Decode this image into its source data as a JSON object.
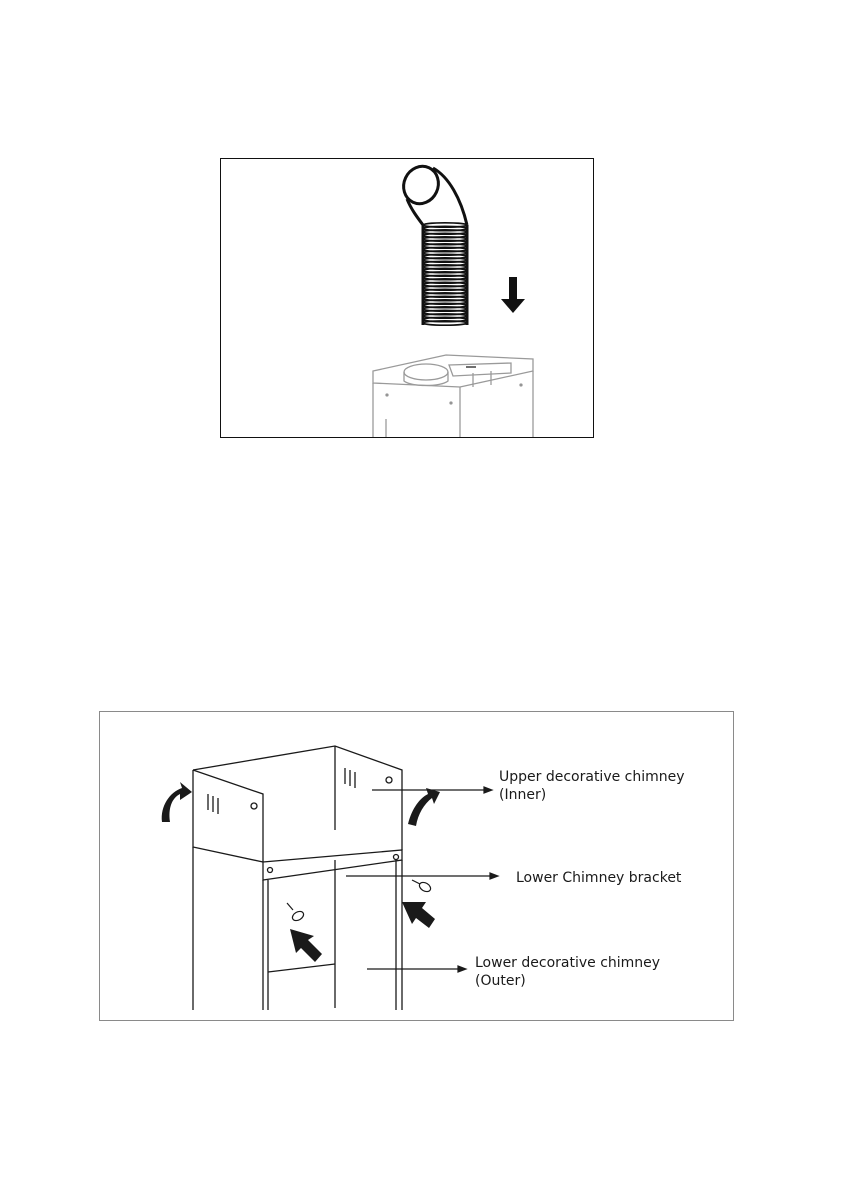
{
  "figure_2": {
    "callouts": {
      "upper_line1": "Upper decorative chimney",
      "upper_line2": "(Inner)",
      "bracket": "Lower Chimney bracket",
      "lower_line1": "Lower decorative chimney",
      "lower_line2": "(Outer)"
    }
  },
  "colors": {
    "line": "#1a1a1a",
    "frame": "#8a8a8a"
  }
}
